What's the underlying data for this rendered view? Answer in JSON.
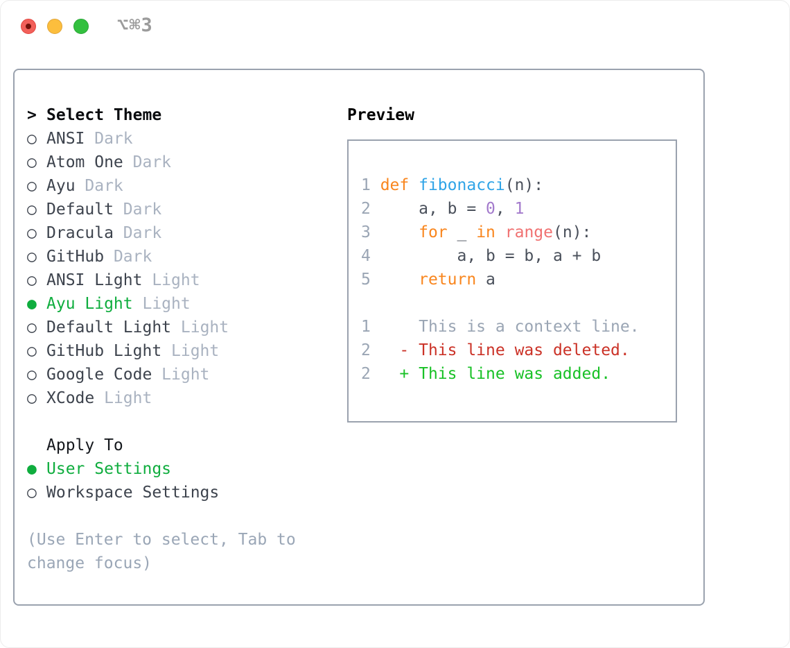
{
  "window": {
    "title": "⌥⌘3",
    "traffic_lights": [
      "close",
      "minimize",
      "zoom"
    ]
  },
  "colors": {
    "heading": "#0b0d10",
    "item_text": "#3d434d",
    "variant_text": "#a9b2c0",
    "selected_green": "#0fad3e",
    "hint_text": "#9aa6b6",
    "border_gray": "#9aa2ae",
    "line_number": "#9aa5b4",
    "code_default": "#4a505b",
    "keyword_orange": "#f9861e",
    "function_blue": "#2fa4e7",
    "constant_purple": "#a37acc",
    "builtin_coral": "#f07171",
    "context_gray": "#9aa5b4",
    "deleted_red": "#cb3227",
    "added_green": "#18c126"
  },
  "theme_picker": {
    "prompt": ">",
    "heading": "Select Theme",
    "open_bullet": "○",
    "filled_bullet": "●",
    "themes": [
      {
        "name": "ANSI",
        "variant": "Dark",
        "selected": false
      },
      {
        "name": "Atom One",
        "variant": "Dark",
        "selected": false
      },
      {
        "name": "Ayu",
        "variant": "Dark",
        "selected": false
      },
      {
        "name": "Default",
        "variant": "Dark",
        "selected": false
      },
      {
        "name": "Dracula",
        "variant": "Dark",
        "selected": false
      },
      {
        "name": "GitHub",
        "variant": "Dark",
        "selected": false
      },
      {
        "name": "ANSI Light",
        "variant": "Light",
        "selected": false
      },
      {
        "name": "Ayu Light",
        "variant": "Light",
        "selected": true
      },
      {
        "name": "Default Light",
        "variant": "Light",
        "selected": false
      },
      {
        "name": "GitHub Light",
        "variant": "Light",
        "selected": false
      },
      {
        "name": "Google Code",
        "variant": "Light",
        "selected": false
      },
      {
        "name": "XCode",
        "variant": "Light",
        "selected": false
      }
    ],
    "apply_to": {
      "heading": "Apply To",
      "options": [
        {
          "name": "User Settings",
          "selected": true
        },
        {
          "name": "Workspace Settings",
          "selected": false
        }
      ]
    },
    "hint": "(Use Enter to select, Tab to change focus)"
  },
  "preview": {
    "heading": "Preview",
    "code_lines": [
      [
        {
          "t": "1 ",
          "c": "line_number"
        },
        {
          "t": "def",
          "c": "keyword_orange"
        },
        {
          "t": " ",
          "c": "code_default"
        },
        {
          "t": "fibonacci",
          "c": "function_blue"
        },
        {
          "t": "(n):",
          "c": "code_default"
        }
      ],
      [
        {
          "t": "2 ",
          "c": "line_number"
        },
        {
          "t": "    a, b = ",
          "c": "code_default"
        },
        {
          "t": "0",
          "c": "constant_purple"
        },
        {
          "t": ", ",
          "c": "code_default"
        },
        {
          "t": "1",
          "c": "constant_purple"
        }
      ],
      [
        {
          "t": "3 ",
          "c": "line_number"
        },
        {
          "t": "    ",
          "c": "code_default"
        },
        {
          "t": "for",
          "c": "keyword_orange"
        },
        {
          "t": " _ ",
          "c": "code_default"
        },
        {
          "t": "in",
          "c": "keyword_orange"
        },
        {
          "t": " ",
          "c": "code_default"
        },
        {
          "t": "range",
          "c": "builtin_coral"
        },
        {
          "t": "(n):",
          "c": "code_default"
        }
      ],
      [
        {
          "t": "4 ",
          "c": "line_number"
        },
        {
          "t": "        a, b = b, a + b",
          "c": "code_default"
        }
      ],
      [
        {
          "t": "5 ",
          "c": "line_number"
        },
        {
          "t": "    ",
          "c": "code_default"
        },
        {
          "t": "return",
          "c": "keyword_orange"
        },
        {
          "t": " a",
          "c": "code_default"
        }
      ]
    ],
    "diff_lines": [
      [
        {
          "t": "1 ",
          "c": "line_number"
        },
        {
          "t": "    This is a context line.",
          "c": "context_gray"
        }
      ],
      [
        {
          "t": "2 ",
          "c": "line_number"
        },
        {
          "t": "  ",
          "c": "code_default"
        },
        {
          "t": "- This line was deleted.",
          "c": "deleted_red"
        }
      ],
      [
        {
          "t": "2 ",
          "c": "line_number"
        },
        {
          "t": "  ",
          "c": "code_default"
        },
        {
          "t": "+ This line was added.",
          "c": "added_green"
        }
      ]
    ]
  }
}
